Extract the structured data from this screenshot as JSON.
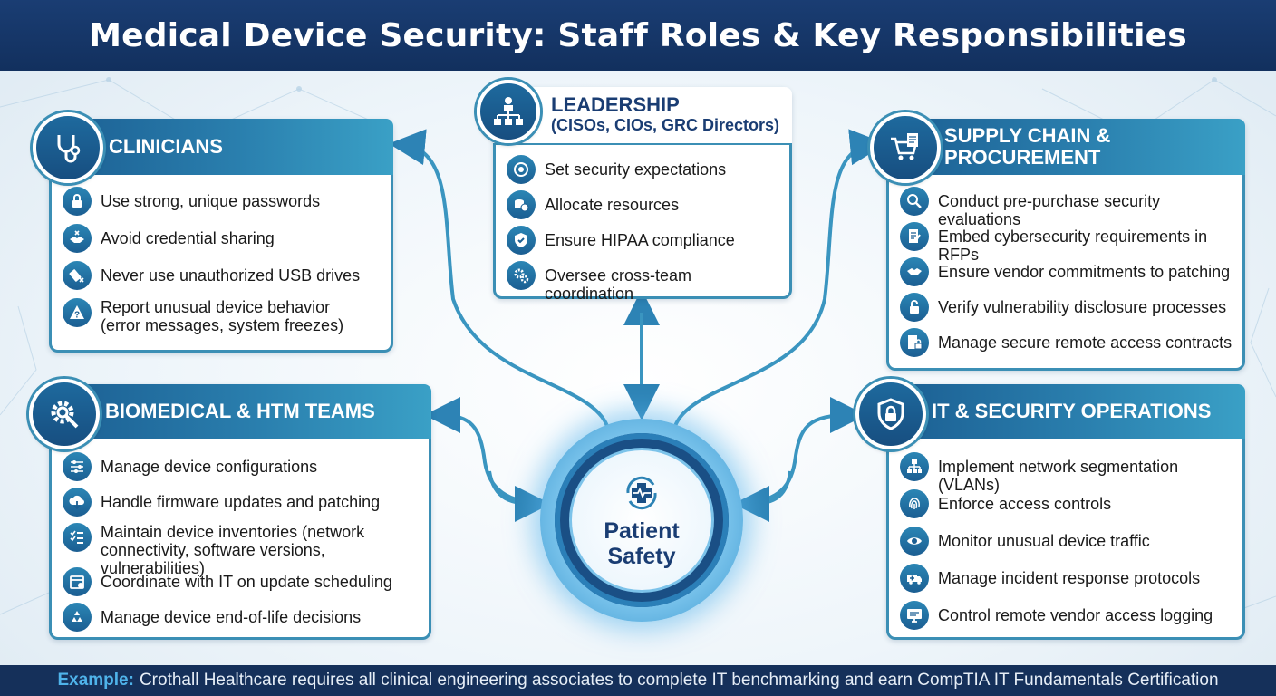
{
  "title": "Medical Device Security: Staff Roles & Key Responsibilities",
  "hub": {
    "label": "Patient Safety",
    "icon": "medical-cross-cycle-icon"
  },
  "colors": {
    "header_bg": "#15305a",
    "accent": "#2a7fae",
    "border": "#3b8fb5",
    "footer_label": "#4fb3ea"
  },
  "leadership": {
    "title": "LEADERSHIP",
    "subtitle": "(CISOs, CIOs, GRC Directors)",
    "icon": "org-chart-icon",
    "items": [
      {
        "text": "Set security expectations",
        "icon": "target-icon"
      },
      {
        "text": "Allocate resources",
        "icon": "coins-icon"
      },
      {
        "text": "Ensure HIPAA compliance",
        "icon": "shield-check-icon"
      },
      {
        "text": "Oversee cross-team coordination",
        "icon": "gears-icon"
      }
    ]
  },
  "clinicians": {
    "title": "CLINICIANS",
    "icon": "stethoscope-icon",
    "items": [
      {
        "text": "Use strong, unique passwords",
        "icon": "lock-icon"
      },
      {
        "text": "Avoid credential sharing",
        "icon": "handshake-x-icon"
      },
      {
        "text": "Never use unauthorized USB drives",
        "icon": "usb-x-icon"
      },
      {
        "text": "Report unusual device behavior",
        "text2": "(error messages, system freezes)",
        "icon": "warning-icon"
      }
    ]
  },
  "supply": {
    "title": "SUPPLY CHAIN &",
    "title2": "PROCUREMENT",
    "icon": "cart-document-icon",
    "items": [
      {
        "text": "Conduct pre-purchase security evaluations",
        "icon": "magnifier-icon"
      },
      {
        "text": "Embed cybersecurity requirements in RFPs",
        "icon": "document-pen-icon"
      },
      {
        "text": "Ensure vendor commitments to patching",
        "icon": "handshake-icon"
      },
      {
        "text": "Verify vulnerability disclosure processes",
        "icon": "unlock-icon"
      },
      {
        "text": "Manage secure remote access contracts",
        "icon": "contract-lock-icon"
      }
    ]
  },
  "biomed": {
    "title": "BIOMEDICAL & HTM TEAMS",
    "icon": "gear-wrench-icon",
    "items": [
      {
        "text": "Manage device configurations",
        "icon": "sliders-icon"
      },
      {
        "text": "Handle firmware updates and patching",
        "icon": "cloud-download-icon"
      },
      {
        "text": "Maintain device inventories (network",
        "text2": "connectivity, software versions, vulnerabilities)",
        "icon": "checklist-icon"
      },
      {
        "text": "Coordinate with IT on update scheduling",
        "icon": "calendar-icon"
      },
      {
        "text": "Manage device end-of-life decisions",
        "icon": "recycle-icon"
      }
    ]
  },
  "itsec": {
    "title": "IT & SECURITY OPERATIONS",
    "icon": "shield-lock-icon",
    "items": [
      {
        "text": "Implement network segmentation (VLANs)",
        "icon": "network-icon"
      },
      {
        "text": "Enforce access controls",
        "icon": "fingerprint-icon"
      },
      {
        "text": "Monitor unusual device traffic",
        "icon": "eye-icon"
      },
      {
        "text": "Manage incident response protocols",
        "icon": "ambulance-icon"
      },
      {
        "text": "Control remote vendor access logging",
        "icon": "monitor-icon"
      }
    ]
  },
  "footer": {
    "label": "Example:",
    "text": "Crothall Healthcare requires all clinical engineering associates to complete IT benchmarking and earn CompTIA IT Fundamentals Certification"
  }
}
